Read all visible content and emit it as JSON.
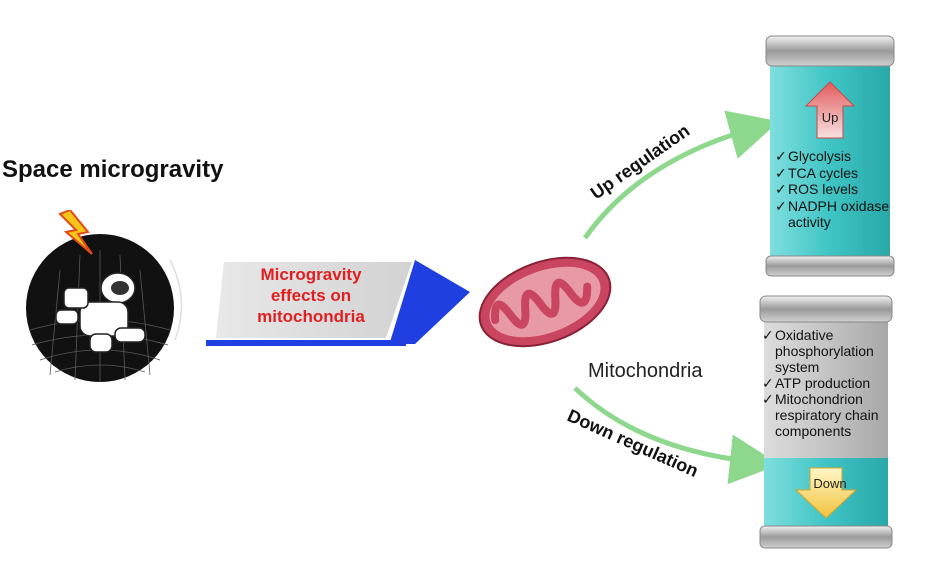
{
  "title": "Space microgravity",
  "banner": {
    "line1": "Microgravity",
    "line2": "effects on",
    "line3": "mitochondria"
  },
  "mitochondria_label": "Mitochondria",
  "up_regulation_label": "Up regulation",
  "down_regulation_label": "Down regulation",
  "up_box": {
    "arrow_label": "Up",
    "items": [
      "Glycolysis",
      "TCA cycles",
      "ROS levels",
      "NADPH oxidase activity"
    ]
  },
  "down_box": {
    "arrow_label": "Down",
    "items": [
      "Oxidative phosphorylation system",
      "ATP production",
      "Mitochondrion respiratory chain components"
    ]
  },
  "colors": {
    "banner_text": "#e02020",
    "banner_blue": "#1f3fe0",
    "canister_teal": "#3fc4c4",
    "arrow_green": "#8ed88e",
    "mito_pink": "#d9506a",
    "up_arrow": "#e25b5b",
    "down_arrow": "#f2c23a"
  },
  "icons": [
    "astronaut-icon",
    "lightning-icon",
    "mitochondria-icon",
    "up-arrow-icon",
    "down-arrow-icon",
    "check-icon"
  ]
}
